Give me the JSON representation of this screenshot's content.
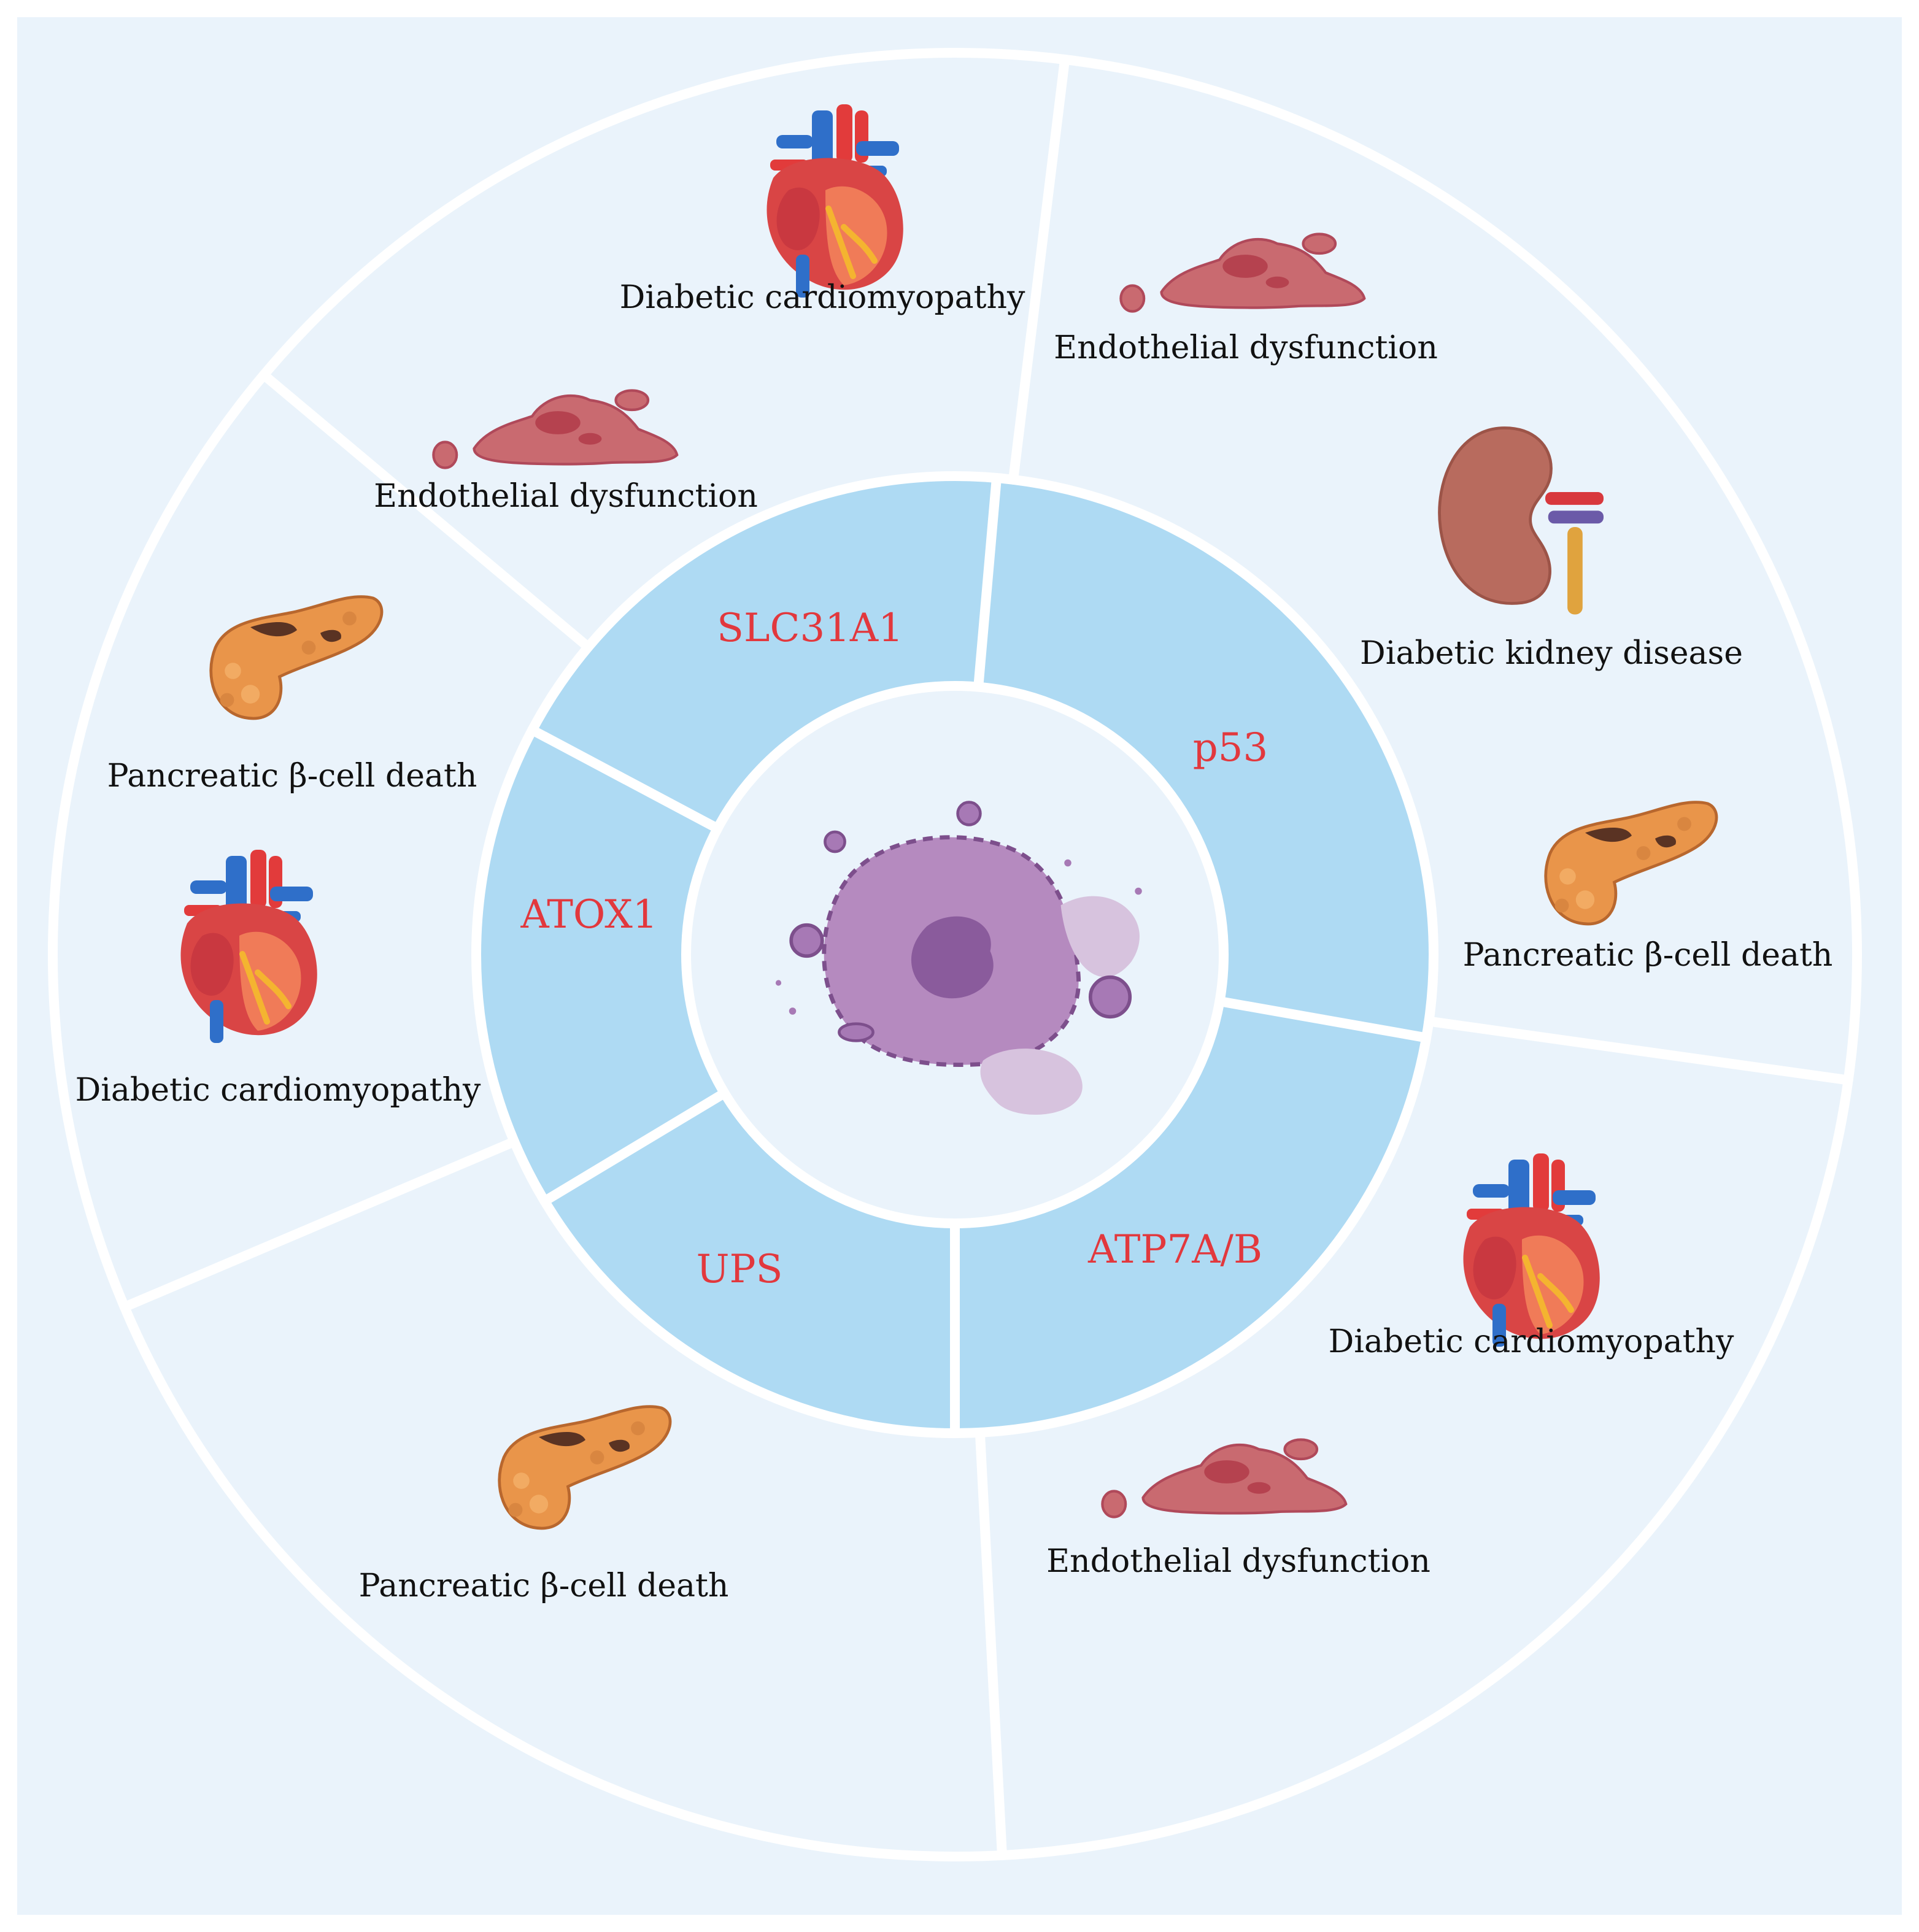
{
  "colors": {
    "background": "#eaf3fb",
    "inner_ring": "#aedaf3",
    "divider": "#ffffff",
    "gene_text": "#e2383d",
    "disease_text": "#111111"
  },
  "center": {
    "icon": "cell-icon"
  },
  "genes": [
    {
      "label": "SLC31A1"
    },
    {
      "label": "p53"
    },
    {
      "label": "ATP7A/B"
    },
    {
      "label": "UPS"
    },
    {
      "label": "ATOX1"
    }
  ],
  "diseases": [
    {
      "label": "Diabetic cardiomyopathy",
      "icon": "heart-icon"
    },
    {
      "label": "Endothelial dysfunction",
      "icon": "endothelium-icon"
    },
    {
      "label": "Endothelial dysfunction",
      "icon": "endothelium-icon"
    },
    {
      "label": "Diabetic kidney disease",
      "icon": "kidney-icon"
    },
    {
      "label": "Pancreatic β-cell death",
      "icon": "pancreas-icon"
    },
    {
      "label": "Diabetic cardiomyopathy",
      "icon": "heart-icon"
    },
    {
      "label": "Endothelial dysfunction",
      "icon": "endothelium-icon"
    },
    {
      "label": "Pancreatic β-cell death",
      "icon": "pancreas-icon"
    },
    {
      "label": "Pancreatic β-cell death",
      "icon": "pancreas-icon"
    },
    {
      "label": "Diabetic cardiomyopathy",
      "icon": "heart-icon"
    }
  ]
}
